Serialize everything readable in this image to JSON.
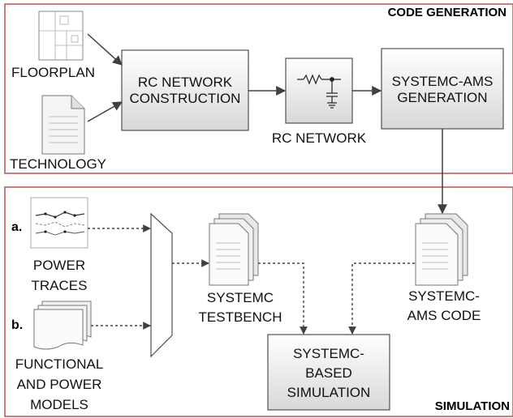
{
  "sections": {
    "code_generation": "CODE GENERATION",
    "simulation": "SIMULATION"
  },
  "inputs": {
    "floorplan": "FLOORPLAN",
    "technology": "TECHNOLOGY"
  },
  "blocks": {
    "rc_construction": [
      "RC NETWORK",
      "CONSTRUCTION"
    ],
    "rc_network": "RC NETWORK",
    "systemc_ams_generation": [
      "SYSTEMC-AMS",
      "GENERATION"
    ],
    "systemc_based_simulation": [
      "SYSTEMC-",
      "BASED",
      "SIMULATION"
    ]
  },
  "sim_inputs": {
    "marker_a": "a.",
    "marker_b": "b.",
    "power_traces": [
      "POWER",
      "TRACES"
    ],
    "functional_models": [
      "FUNCTIONAL",
      "AND POWER",
      "MODELS"
    ]
  },
  "docs": {
    "systemc_testbench": [
      "SYSTEMC",
      "TESTBENCH"
    ],
    "systemc_ams_code": [
      "SYSTEMC-",
      "AMS CODE"
    ]
  },
  "colors": {
    "section_border": "#c0504d",
    "box_fill_top": "#ffffff",
    "box_fill_bottom": "#dcdcdc",
    "box_stroke": "#505050",
    "arrow": "#404040"
  },
  "icons": {
    "floorplan": "floorplan-grid-icon",
    "technology": "document-icon",
    "resistor_capacitor": "rc-circuit-icon",
    "power_traces": "waveform-plot-icon",
    "models": "stacked-document-icon",
    "mux": "multiplexer-shape"
  }
}
